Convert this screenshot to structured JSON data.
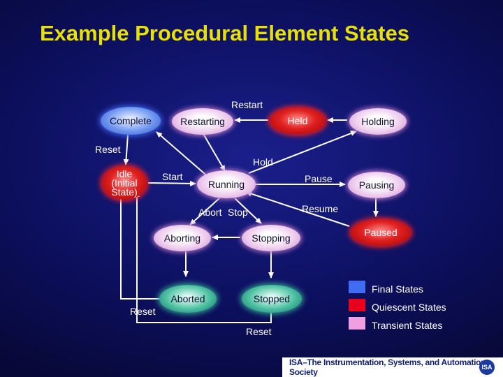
{
  "title": "Example Procedural Element States",
  "states": {
    "complete": "Complete",
    "restarting": "Restarting",
    "held": "Held",
    "holding": "Holding",
    "idle": "Idle (Initial State)",
    "running": "Running",
    "pausing": "Pausing",
    "paused": "Paused",
    "aborting": "Aborting",
    "stopping": "Stopping",
    "aborted": "Aborted",
    "stopped": "Stopped"
  },
  "transitions": {
    "restart": "Restart",
    "reset_top": "Reset",
    "hold": "Hold",
    "start": "Start",
    "pause": "Pause",
    "resume": "Resume",
    "abort": "Abort",
    "stop": "Stop",
    "reset_left": "Reset",
    "reset_bottom": "Reset"
  },
  "legend": [
    {
      "label": "Final States",
      "color": "#3f6cf0"
    },
    {
      "label": "Quiescent States",
      "color": "#e8001c"
    },
    {
      "label": "Transient States",
      "color": "#f0a0e0"
    }
  ],
  "footer": {
    "text": "ISA–The Instrumentation, Systems, and Automation Society",
    "logo": "ISA"
  },
  "colors": {
    "title": "#e8e000",
    "edge": "#ffffff",
    "final": "#3f6cf0",
    "quiescent": "#e8001c",
    "transient": "#f0a0e0"
  }
}
